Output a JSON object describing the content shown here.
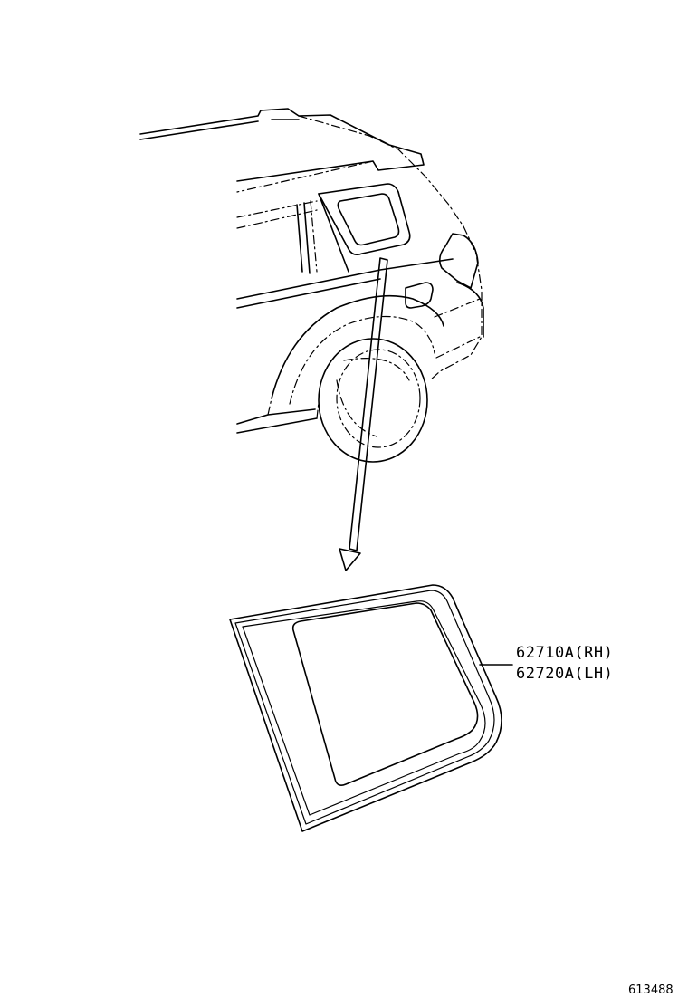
{
  "callout": {
    "part_rh": "62710A(RH)",
    "part_lh": "62720A(LH)"
  },
  "diagram_id": "613488"
}
